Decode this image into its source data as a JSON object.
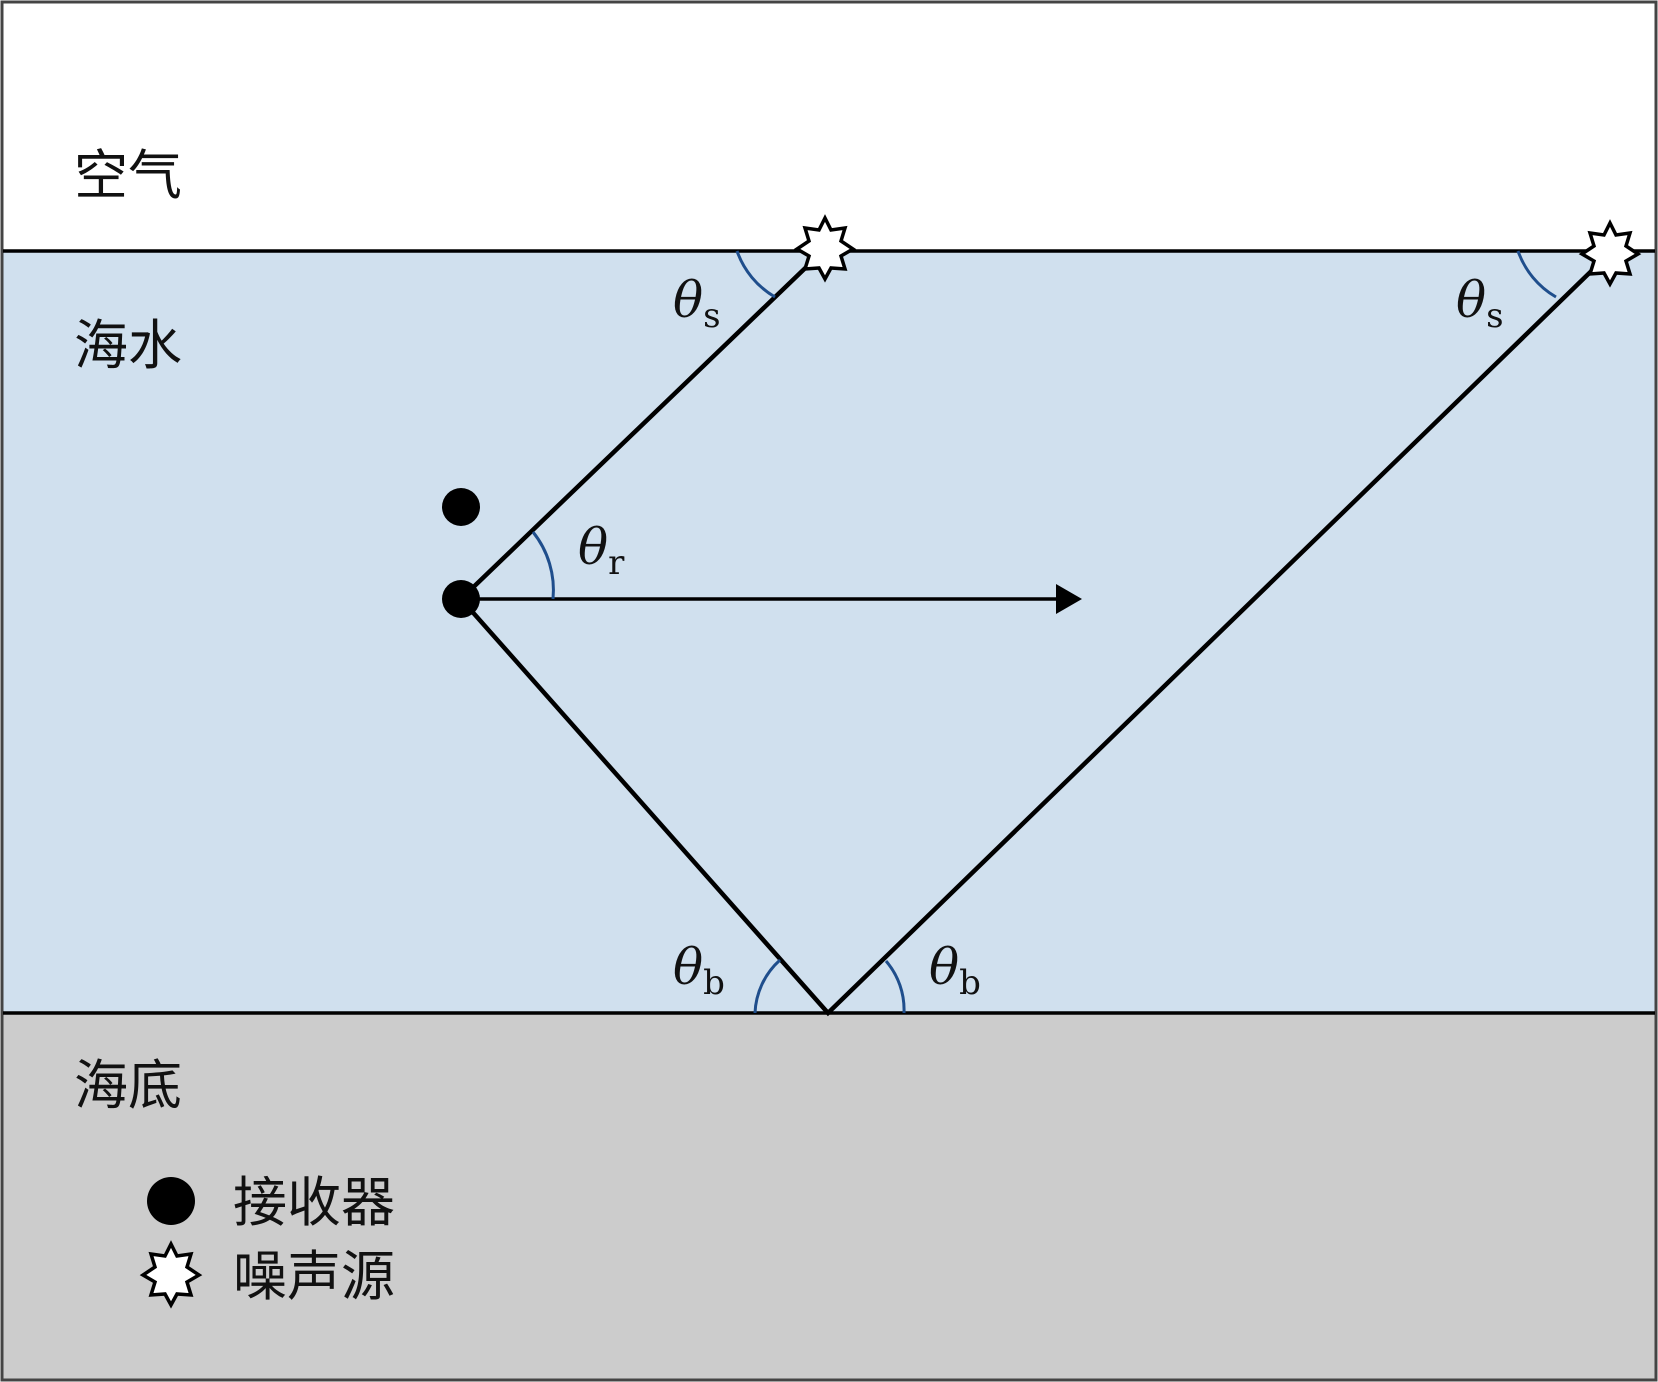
{
  "layers": {
    "air": {
      "label": "空气",
      "color": "#ffffff"
    },
    "water": {
      "label": "海水",
      "color": "#d0e0ee"
    },
    "seabed": {
      "label": "海底",
      "color": "#cccccc"
    }
  },
  "angles": {
    "surface": {
      "symbol": "θ",
      "subscript": "s"
    },
    "receiver": {
      "symbol": "θ",
      "subscript": "r"
    },
    "bottom": {
      "symbol": "θ",
      "subscript": "b"
    }
  },
  "legend": {
    "receiver": {
      "label": "接收器",
      "icon": "filled-circle"
    },
    "noise_source": {
      "label": "噪声源",
      "icon": "star-burst"
    }
  },
  "colors": {
    "ray": "#000000",
    "angle_arc": "#1f4e8c"
  }
}
